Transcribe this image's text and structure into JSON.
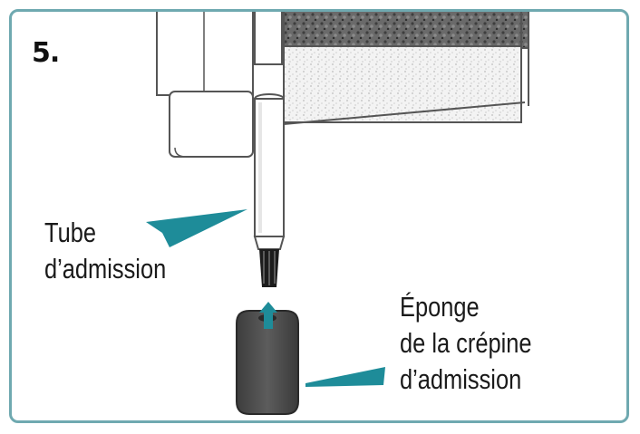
{
  "step": {
    "number": "5."
  },
  "labels": {
    "tube": {
      "line1": "Tube",
      "line2": "d’admission"
    },
    "sponge": {
      "line1": "Éponge",
      "line2": "de la crépine",
      "line3": "d’admission"
    }
  },
  "colors": {
    "frame": "#6fa9b0",
    "accent": "#1e8c99",
    "sponge": "#4a4a4a",
    "outline": "#555555"
  }
}
